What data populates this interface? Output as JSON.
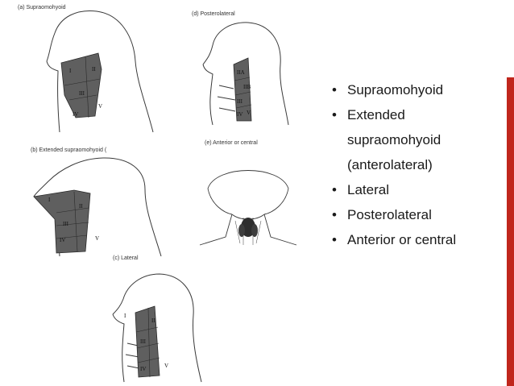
{
  "panels": {
    "a": {
      "label": "(a) Supraomohyoid",
      "levels": [
        "I",
        "II",
        "III",
        "IV",
        "V"
      ]
    },
    "b": {
      "label": "(b) Extended supraomohyoid (",
      "levels": [
        "I",
        "II",
        "III",
        "IV",
        "V"
      ]
    },
    "c": {
      "label": "(c) Lateral",
      "levels": [
        "I",
        "II",
        "III",
        "IV",
        "V"
      ]
    },
    "d": {
      "label": "(d) Posterolateral",
      "levels": [
        "IIA",
        "IIB",
        "III",
        "IV",
        "V"
      ]
    },
    "e": {
      "label": "(e) Anterior or central"
    }
  },
  "bullets": [
    {
      "text": "Supraomohyoid"
    },
    {
      "text": "Extended",
      "continuation": [
        "supraomohyoid",
        "(anterolateral)"
      ]
    },
    {
      "text": "Lateral"
    },
    {
      "text": "Posterolateral"
    },
    {
      "text": "Anterior or central"
    }
  ],
  "bullet_glyph": "•",
  "colors": {
    "accent_bar": "#c0261c",
    "shaded_region": "#5f5f5f",
    "line": "#3a3a3a"
  }
}
